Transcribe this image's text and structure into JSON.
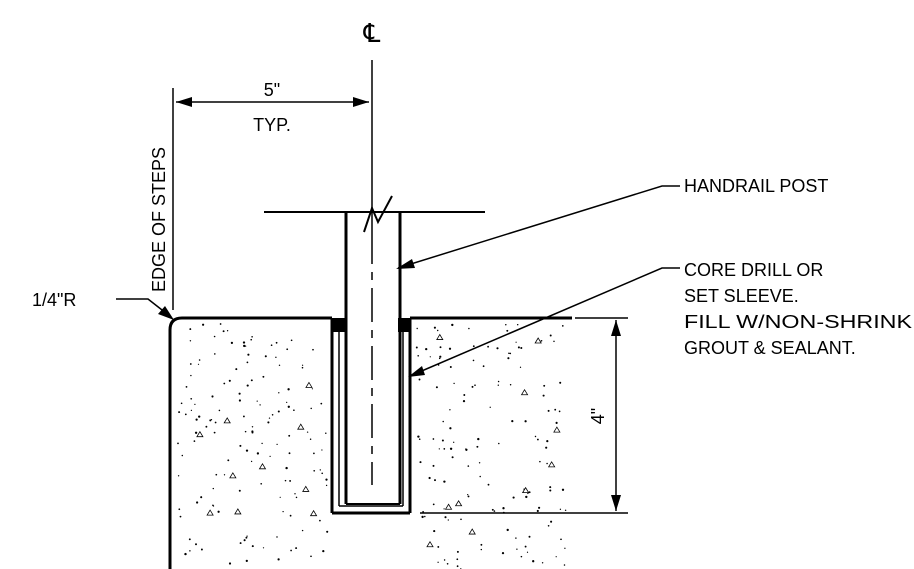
{
  "centerline_symbol": "℄",
  "dimension_width": {
    "value": "5\"",
    "note": "TYP."
  },
  "edge_label": "EDGE OF STEPS",
  "radius_label": "1/4\"R",
  "callouts": {
    "post": "HANDRAIL POST",
    "sleeve_lines": [
      "CORE DRILL OR",
      "SET SLEEVE.",
      "FILL W/NON-SHRINK",
      "GROUT & SEALANT."
    ]
  },
  "dimension_depth": "4\""
}
